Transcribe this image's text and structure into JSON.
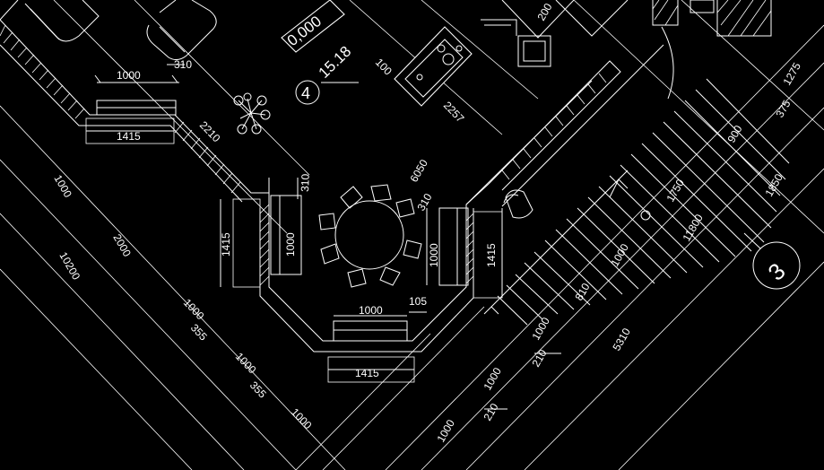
{
  "drawing": {
    "elevation": "0,000",
    "level_number": "4",
    "level_value": "15.18",
    "axis_label": "3",
    "dimensions": {
      "d1000_top": "1000",
      "d310_top": "310",
      "d1415_left": "1415",
      "d2210": "2210",
      "d100": "100",
      "d2257": "2257",
      "d200": "200",
      "d1275": "1275",
      "d375": "375",
      "d900": "900",
      "d1850": "1850",
      "d6050": "6050",
      "d310_a": "310",
      "d310_b": "310",
      "d1750": "1750",
      "d11800": "11800",
      "d1000_left_ed": "1000",
      "d2000": "2000",
      "d10200": "10200",
      "d1415_vl": "1415",
      "d1000_vl": "1000",
      "d1000_vr": "1000",
      "d1415_vr": "1415",
      "d1000_step": "1000",
      "d810": "810",
      "d1000_bot": "1000",
      "d105": "105",
      "d1415_bot": "1415",
      "d1000_l1": "1000",
      "d355_a": "355",
      "d1000_l2": "1000",
      "d355_b": "355",
      "d1000_l3": "1000",
      "d1000_r1": "1000",
      "d210_a": "210",
      "d1000_r2": "1000",
      "d210_b": "210",
      "d1000_r3": "1000",
      "d5310": "5310"
    }
  }
}
